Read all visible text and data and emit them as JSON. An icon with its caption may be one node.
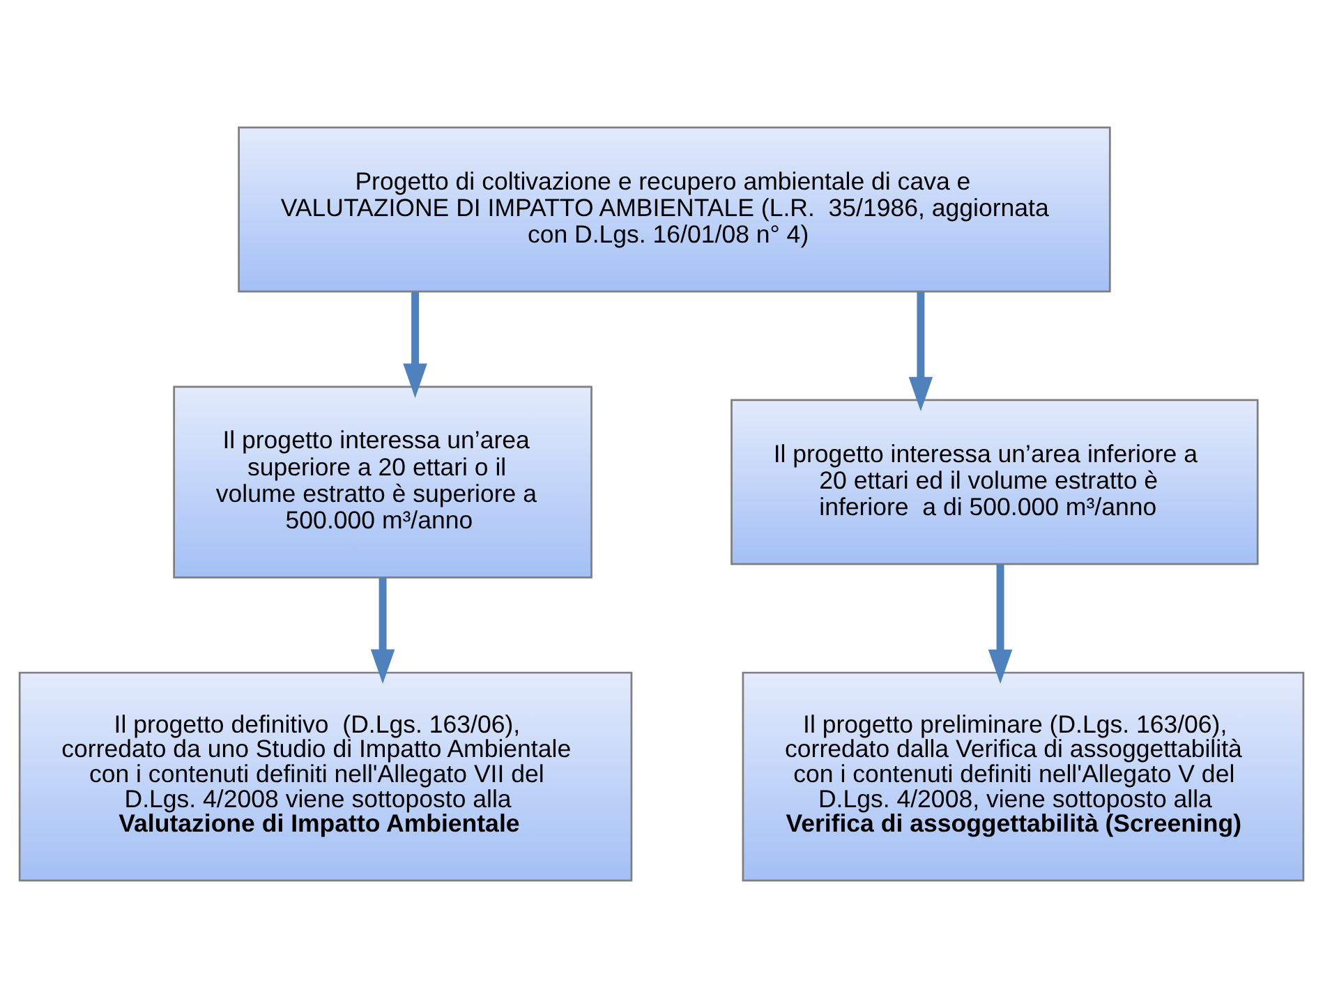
{
  "diagram": {
    "nodes": [
      {
        "text": [
          "Progetto di coltivazione e recupero ambientale di cava e VALUTAZIONE DI IMPATTO AMBIENTALE (L.R.  35/1986, aggiornata con D.Lgs. 16/01/08 n° 4)"
        ]
      },
      {
        "text": [
          "Il progetto interessa un’area superiore a 20 ettari o il volume estratto è superiore a  500.000 m³/anno"
        ]
      },
      {
        "text": [
          "Il progetto interessa un’area inferiore a 20 ettari ed il volume estratto è inferiore  a di 500.000 m³/anno"
        ]
      },
      {
        "text": [
          "Il progetto definitivo  (D.Lgs. 163/06), corredato da uno Studio di Impatto Ambientale con i contenuti definiti nell'Allegato VII del D.Lgs. 4/2008 viene sottoposto alla",
          "Valutazione di Impatto Ambientale"
        ]
      },
      {
        "text": [
          "Il progetto preliminare (D.Lgs. 163/06), corredato dalla Verifica di assoggettabilità con i contenuti definiti nell'Allegato V del D.Lgs. 4/2008, viene sottoposto alla",
          "Verifica di assoggettabilità (Screening)"
        ]
      }
    ],
    "edges": [
      {
        "from": 0,
        "to": 1,
        "arrow": "to"
      },
      {
        "from": 0,
        "to": 2,
        "arrow": "to"
      },
      {
        "from": 1,
        "to": 3,
        "arrow": "to"
      },
      {
        "from": 2,
        "to": 4,
        "arrow": "to"
      }
    ]
  }
}
